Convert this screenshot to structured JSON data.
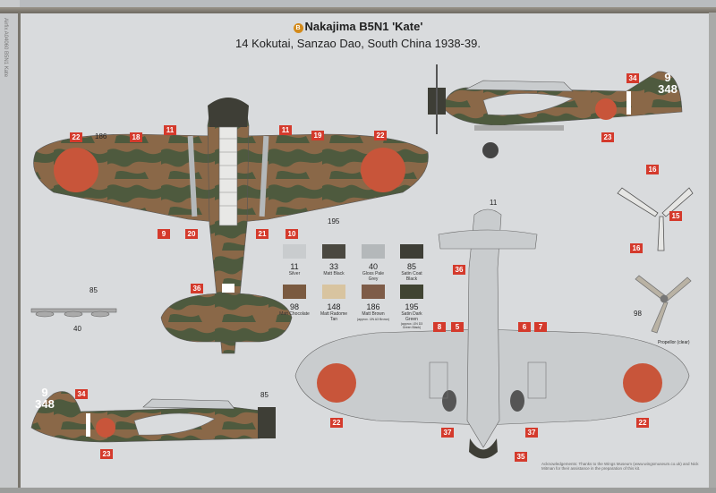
{
  "sheet": {
    "side_note": "Airfix A04060 B5N1 Kate",
    "title_number": "B",
    "title": "Nakajima B5N1 'Kate'",
    "subtitle": "14 Kokutai, Sanzao Dao, South China 1938-39.",
    "acknowledgements": "Acknowledgements: Thanks to the Wings Museum (www.wingsmuseum.co.uk) and Nick Mitman for their assistance in the preparation of this kit."
  },
  "colors": {
    "accent_callout": "#d43a2c",
    "camo_brown": "#8a6848",
    "camo_green": "#4e5a3e",
    "hinomaru": "#c8553a"
  },
  "paints": [
    {
      "number": "11",
      "name": "Silver",
      "note": "",
      "hex": "#c9ccce"
    },
    {
      "number": "33",
      "name": "Matt Black",
      "note": "",
      "hex": "#4a4840"
    },
    {
      "number": "40",
      "name": "Gloss Pale Grey",
      "note": "",
      "hex": "#b4b8ba"
    },
    {
      "number": "85",
      "name": "Satin Coat Black",
      "note": "",
      "hex": "#3e3e36"
    },
    {
      "number": "98",
      "name": "Matt Chocolate",
      "note": "",
      "hex": "#7a5a40"
    },
    {
      "number": "148",
      "name": "Matt Radome Tan",
      "note": "",
      "hex": "#d8c4a0"
    },
    {
      "number": "186",
      "name": "Matt Brown",
      "note": "(approx. IJN A3 Brown)",
      "hex": "#7e5c48"
    },
    {
      "number": "195",
      "name": "Satin Dark Green",
      "note": "(approx. IJN D3 Green Black)",
      "hex": "#404432"
    }
  ],
  "callouts": {
    "top_view": [
      "22",
      "18",
      "11",
      "11",
      "19",
      "22",
      "9",
      "20",
      "21",
      "10",
      "36"
    ],
    "top_view_plain": [
      "186",
      "195"
    ],
    "side_top": [
      "34",
      "23"
    ],
    "tail_code_top": [
      "9",
      "348"
    ],
    "propeller": [
      "16",
      "15",
      "16"
    ],
    "propeller_plain": [
      "98",
      "Propellor (clear)"
    ],
    "underside": [
      "36",
      "8",
      "5",
      "6",
      "7",
      "22",
      "22",
      "37",
      "37",
      "35"
    ],
    "underside_plain": [
      "11"
    ],
    "side_bottom": [
      "34",
      "23"
    ],
    "side_bottom_plain": [
      "85"
    ],
    "tail_code_bottom": [
      "9",
      "348"
    ],
    "bombrack_plain": [
      "85",
      "40"
    ]
  }
}
